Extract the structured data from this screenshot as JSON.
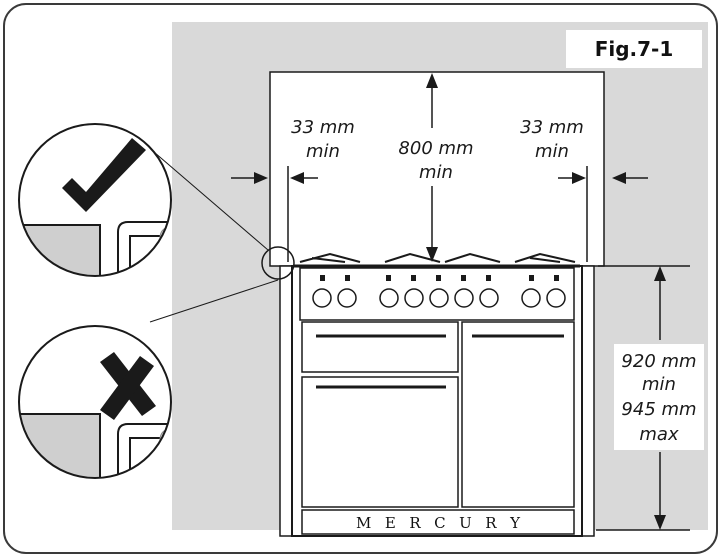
{
  "figure_label": "Fig.7-1",
  "dimensions": {
    "left_gap": [
      "33 mm",
      "min"
    ],
    "top_clearance": [
      "800 mm",
      "min"
    ],
    "right_gap": [
      "33 mm",
      "min"
    ],
    "height": [
      "920 mm",
      "min",
      "945 mm",
      "max"
    ]
  },
  "brand_name": "MERCURY",
  "correct_fit_icon": "checkmark-icon",
  "incorrect_fit_icon": "cross-icon",
  "colors": {
    "wall": "#d9d9d9",
    "line": "#1a1a1a",
    "border": "#3a3a3a"
  }
}
